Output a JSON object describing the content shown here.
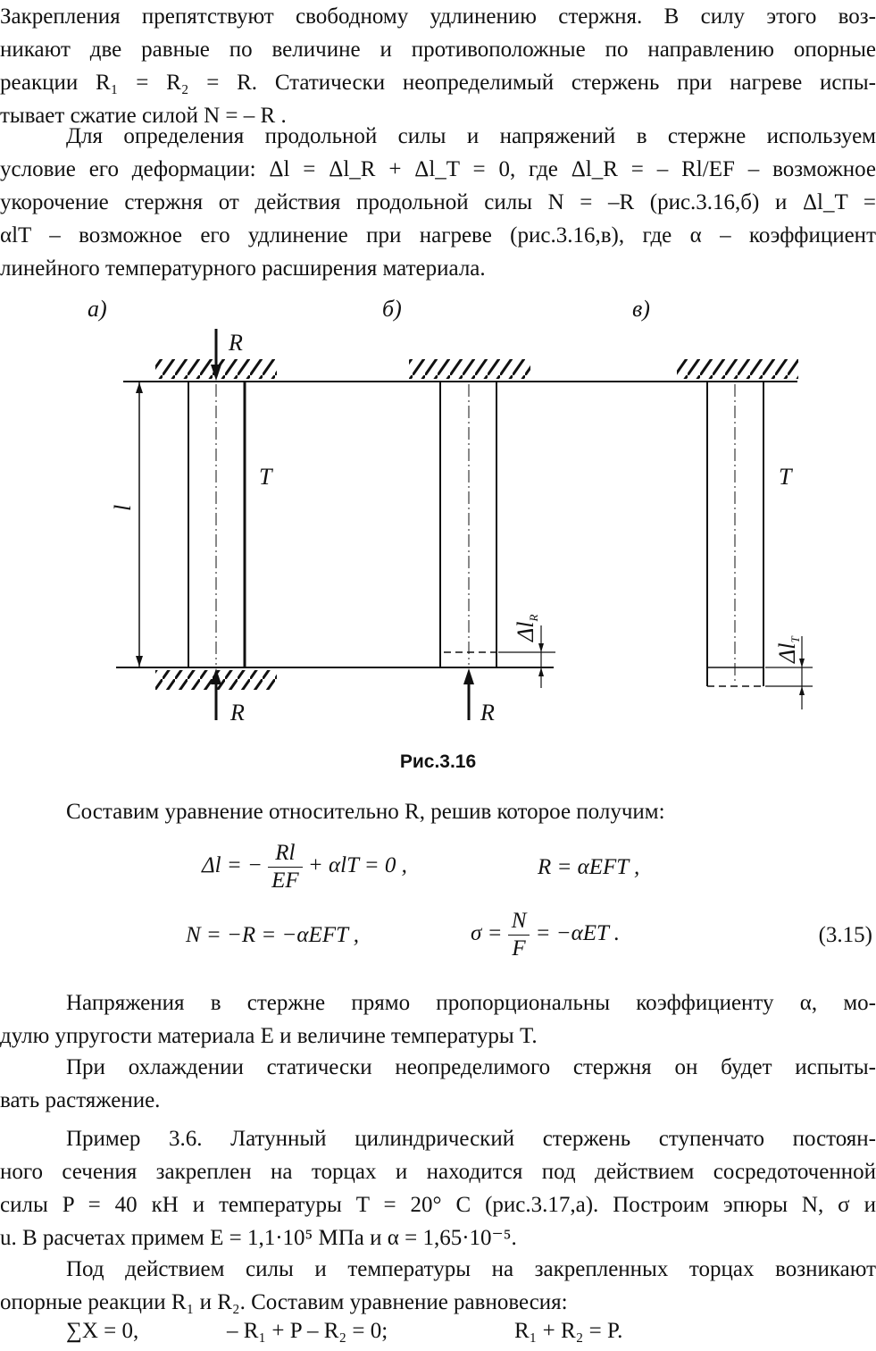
{
  "paragraph1": [
    "Закрепления препятствуют свободному удлинению стержня. В силу этого воз-",
    "никают две равные по величине и противоположные по направлению опорные",
    "реакции  R₁ = R₂ = R.  Статически неопределимый стержень при нагреве испы-",
    "тывает сжатие силой  N  = – R ."
  ],
  "paragraph2": [
    "Для определения продольной силы и напряжений в стержне используем",
    "условие его деформации:  Δl = Δl_R + Δl_T = 0,  где  Δl_R = – Rl/EF – возможное",
    "укорочение стержня от действия продольной силы  N = –R  (рис.3.16,б) и Δl_T =",
    "αlT – возможное его удлинение при нагреве (рис.3.16,в), где  α – коэффициент",
    "линейного температурного расширения материала."
  ],
  "figure": {
    "panel_labels": [
      "а)",
      "б)",
      "в)"
    ],
    "force_label": "R",
    "temperature_label": "T",
    "length_label": "l",
    "delta_R_label": "Δl",
    "delta_R_sub": "R",
    "delta_T_label": "Δl",
    "delta_T_sub": "T",
    "caption": "Рис.3.16"
  },
  "paragraph3": "Составим уравнение относительно  R,  решив которое получим:",
  "equations": {
    "eq1_left": "Δl = −",
    "eq1_num": "Rl",
    "eq1_den": "EF",
    "eq1_right": "+ αlT = 0 ,",
    "eq2": "R = αEFT ,",
    "eq3": "N = −R = −αEFT ,",
    "eq4_left": "σ =",
    "eq4_num": "N",
    "eq4_den": "F",
    "eq4_right": "= −αET .",
    "eq_number": "(3.15)"
  },
  "paragraph4": [
    "Напряжения в стержне прямо пропорциональны коэффициенту  α,  мо-",
    "дулю упругости материала  E  и величине температуры  T."
  ],
  "paragraph5": [
    "При охлаждении статически неопределимого стержня он будет испыты-",
    "вать растяжение."
  ],
  "paragraph6": [
    "Пример 3.6.  Латунный цилиндрический стержень ступенчато постоян-",
    "ного сечения закреплен на торцах и находится под действием сосредоточенной",
    "силы  P = 40 кН  и температуры  T = 20° C  (рис.3.17,а). Построим эпюры N, σ  и",
    "u.  В расчетах примем  E = 1,1·10⁵ МПа  и  α = 1,65·10⁻⁵."
  ],
  "paragraph7": [
    "Под действием силы и температуры на закрепленных торцах возникают",
    "опорные реакции  R₁  и  R₂.  Составим уравнение равновесия:"
  ],
  "equilibrium": {
    "part1": "∑X = 0,",
    "part2": "– R₁ + P – R₂ = 0;",
    "part3": "R₁ + R₂ = P."
  }
}
